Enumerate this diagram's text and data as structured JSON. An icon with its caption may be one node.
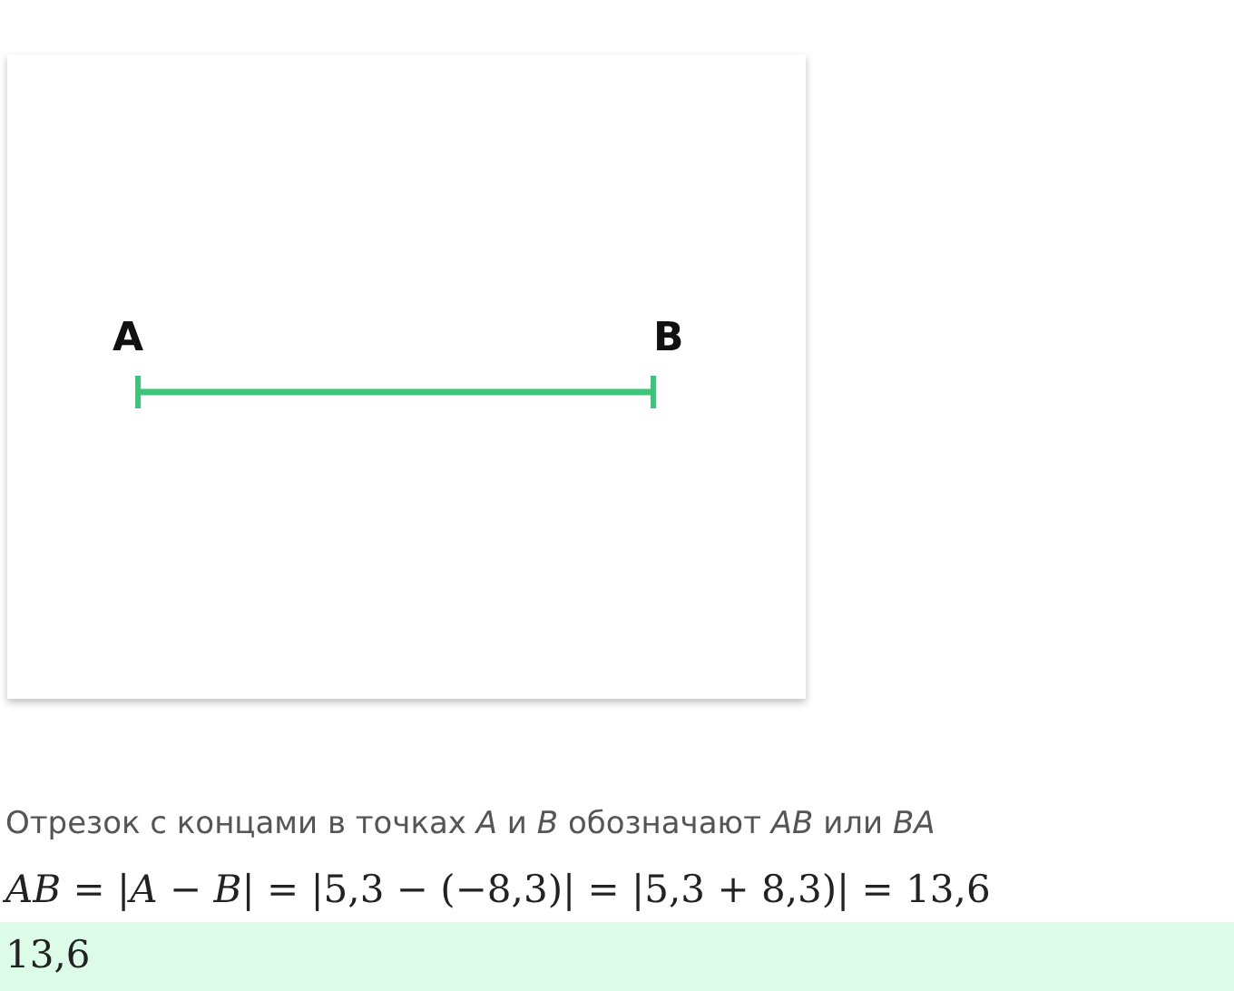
{
  "diagram": {
    "nodes": [
      {
        "text": [
          "A"
        ]
      },
      {
        "text": [
          "B"
        ]
      }
    ],
    "edges": [
      {
        "from": 0,
        "to": 1,
        "arrow": "other",
        "color": "#3cc67a"
      }
    ],
    "labels": [
      "Отрезок с концами в точках *A* и *B* обозначают *AB* или *BA*",
      "*AB* = |*A* − *B*| = |5,3 − (−8,3)| = |5,3 + 8,3)| = 13,6",
      "13,6"
    ]
  }
}
